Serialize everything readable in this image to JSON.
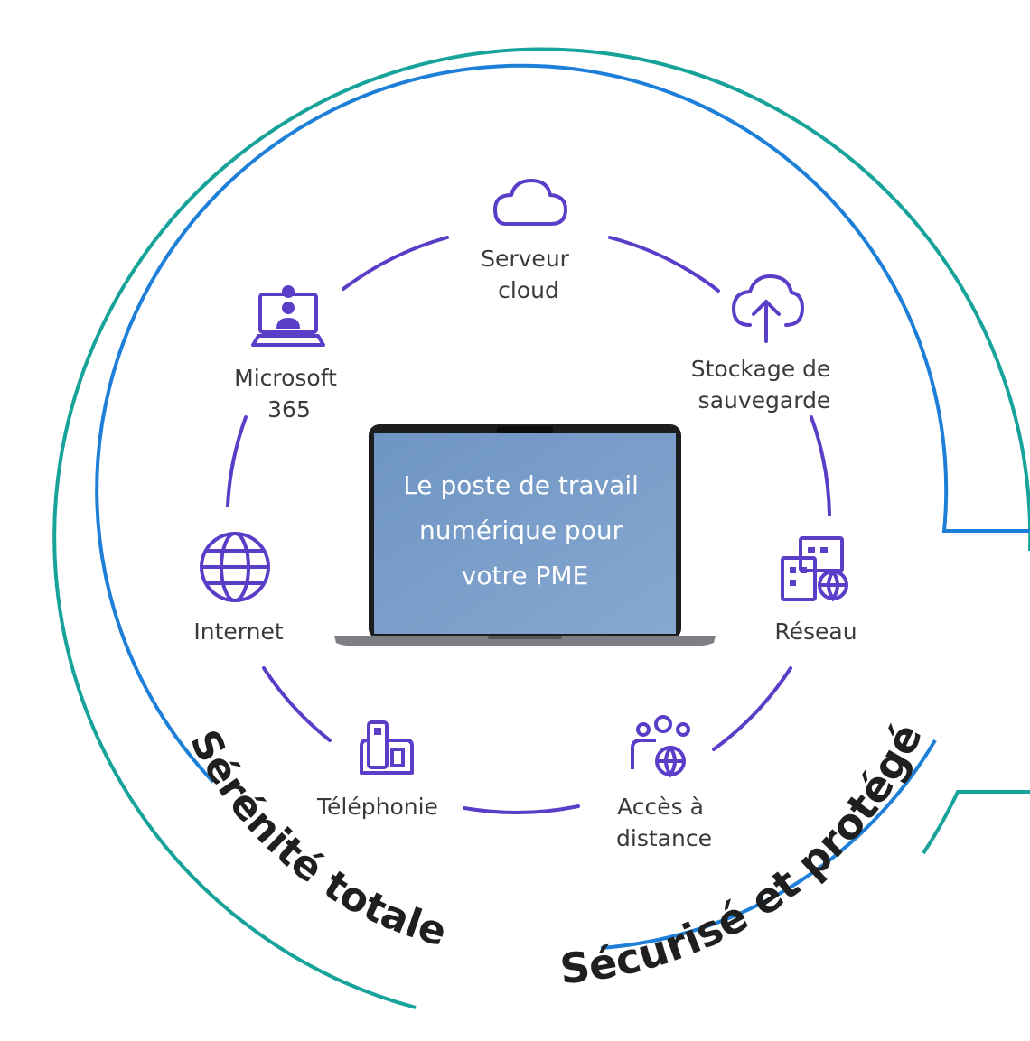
{
  "center": {
    "line1": "Le poste de travail",
    "line2": "numérique pour",
    "line3": "votre PME"
  },
  "nodes": [
    {
      "id": "cloud-server",
      "icon": "cloud-icon",
      "lines": [
        "Serveur",
        "cloud"
      ]
    },
    {
      "id": "backup-storage",
      "icon": "cloud-upload-icon",
      "lines": [
        "Stockage de",
        "sauvegarde"
      ]
    },
    {
      "id": "network",
      "icon": "building-globe-icon",
      "lines": [
        "Réseau"
      ]
    },
    {
      "id": "remote-access",
      "icon": "users-globe-icon",
      "lines": [
        "Accès à",
        "distance"
      ]
    },
    {
      "id": "telephony",
      "icon": "desk-phone-icon",
      "lines": [
        "Téléphonie"
      ]
    },
    {
      "id": "internet",
      "icon": "globe-icon",
      "lines": [
        "Internet"
      ]
    },
    {
      "id": "microsoft-365",
      "icon": "laptop-user-icon",
      "lines": [
        "Microsoft",
        "365"
      ]
    }
  ],
  "rings": {
    "inner_label": "Sérénité totale",
    "outer_label": "Sécurisé et protégé"
  },
  "colors": {
    "node_ring": "#5b3ec8",
    "inner_ring": "#1e7fd8",
    "outer_ring": "#17a39a",
    "icon": "#5b3ec8",
    "screen": "#7a9fc9"
  }
}
